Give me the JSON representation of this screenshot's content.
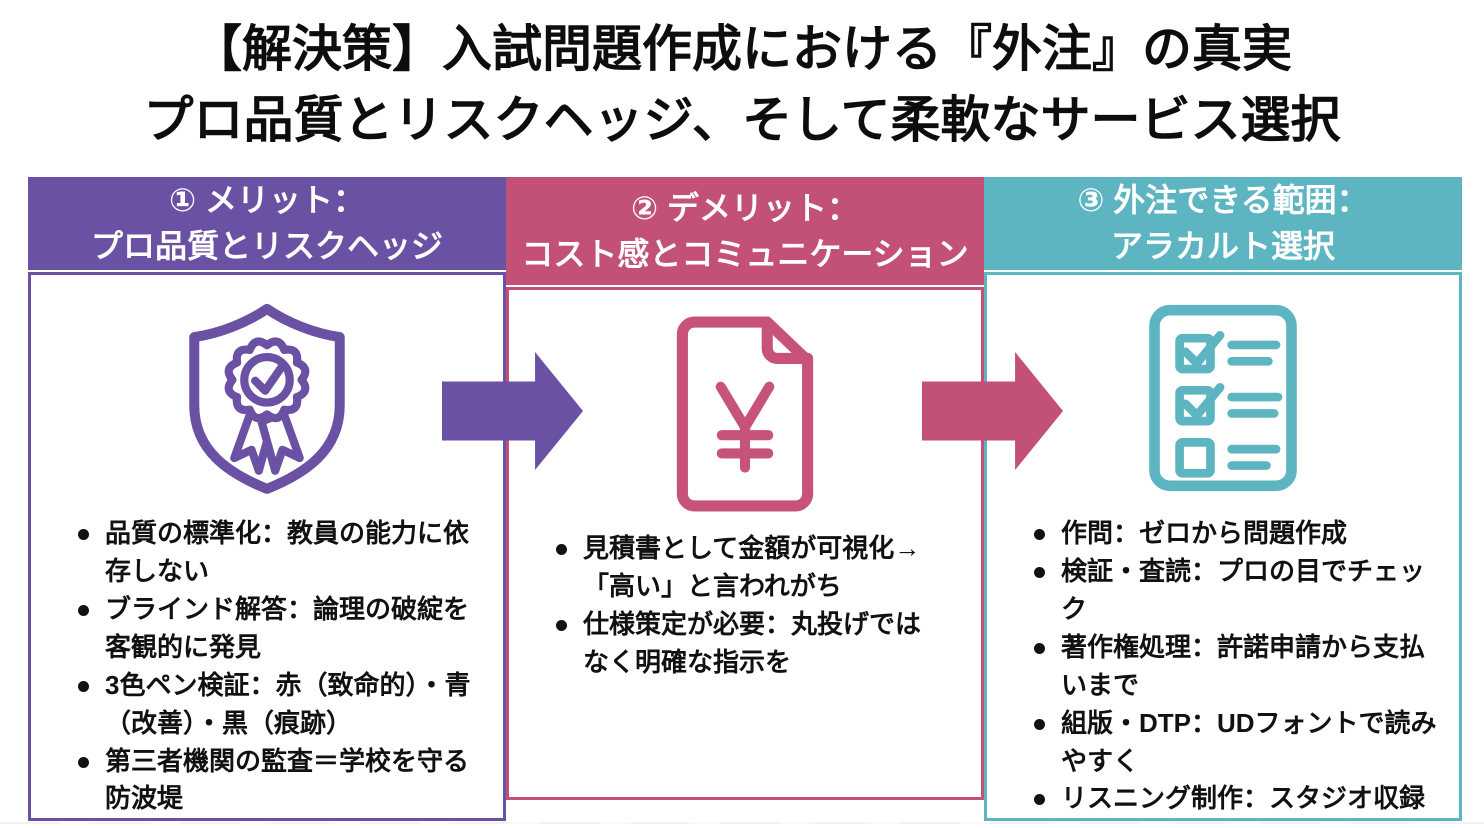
{
  "title": {
    "line1": "【解決策】入試問題作成における『外注』の真実",
    "line2": "プロ品質とリスクヘッジ、そして柔軟なサービス選択"
  },
  "colors": {
    "purple": "#6a51a3",
    "pink": "#c25077",
    "teal": "#5db5c2",
    "text": "#111111",
    "background": "#ffffff"
  },
  "columns": [
    {
      "id": "merit",
      "accent": "#6a51a3",
      "header": "① メリット：\nプロ品質とリスクヘッジ",
      "icon": "shield-award-icon",
      "bullets": [
        "品質の標準化：教員の能力に依\n存しない",
        "ブラインド解答：論理の破綻を\n客観的に発見",
        "3色ペン検証：赤（致命的）・青\n（改善）・黒（痕跡）",
        "第三者機関の監査＝学校を守る\n防波堤"
      ]
    },
    {
      "id": "demerit",
      "accent": "#c25077",
      "header": "② デメリット：\nコスト感とコミュニケーション",
      "icon": "yen-document-icon",
      "bullets": [
        "見積書として金額が可視化→\n「高い」と言われがち",
        "仕様策定が必要：丸投げでは\nなく明確な指示を"
      ]
    },
    {
      "id": "scope",
      "accent": "#5db5c2",
      "header": "③ 外注できる範囲：\nアラカルト選択",
      "icon": "checklist-icon",
      "bullets": [
        "作問：ゼロから問題作成",
        "検証・査読：プロの目でチェック",
        "著作権処理：許諾申請から支払\nいまで",
        "組版・DTP：UDフォントで読み\nやすく",
        "リスニング制作：スタジオ収録"
      ]
    }
  ],
  "arrows": [
    {
      "from": "merit",
      "to": "demerit",
      "color": "#6a51a3"
    },
    {
      "from": "demerit",
      "to": "scope",
      "color": "#c25077"
    }
  ]
}
